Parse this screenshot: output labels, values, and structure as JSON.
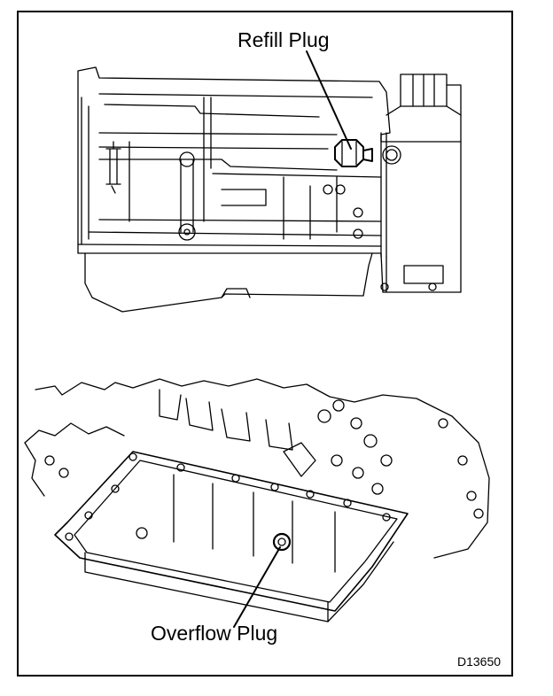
{
  "labels": {
    "refill_plug": "Refill Plug",
    "overflow_plug": "Overflow Plug",
    "figure_code": "D13650"
  }
}
